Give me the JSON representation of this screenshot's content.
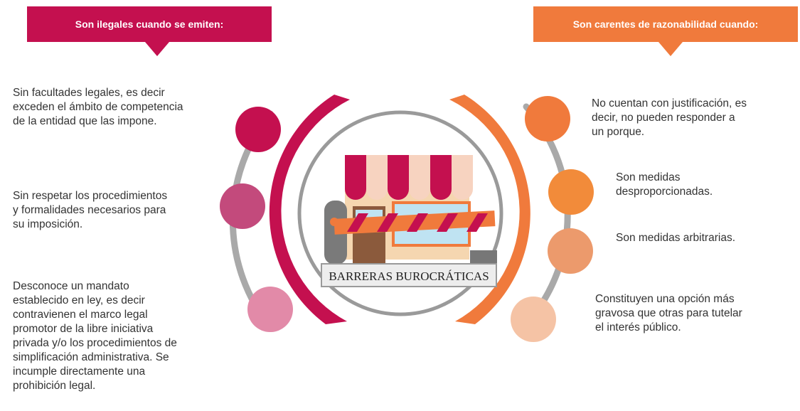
{
  "left_heading": "Son ilegales cuando se emiten:",
  "right_heading": "Son carentes de razonabilidad cuando:",
  "center_label": "BARRERAS BUROCRÁTICAS",
  "left_items": [
    "Sin facultades legales, es decir\nexceden el ámbito de competencia\nde la entidad que las impone.",
    "Sin respetar los procedimientos\ny formalidades necesarios para\nsu imposición.",
    "Desconoce un mandato\nestablecido en ley,  es decir\ncontravienen el marco legal\npromotor de la libre iniciativa\nprivada y/o los procedimientos de\nsimplificación administrativa. Se\nincumple directamente una\nprohibición legal."
  ],
  "right_items": [
    "No cuentan con justificación, es\ndecir, no pueden responder a\nun porque.",
    "Son medidas\ndesproporcionadas.",
    "Son medidas arbitrarias.",
    "Constituyen una opción más\ngravosa que otras para tutelar\nel interés público."
  ],
  "colors": {
    "magenta": "#c4104f",
    "orange": "#f07a3c",
    "left_nodes": [
      "#c4104f",
      "#c34a7c",
      "#e28aa8"
    ],
    "right_nodes": [
      "#f07a3c",
      "#f28b3a",
      "#ec9a6c",
      "#f5c3a5"
    ],
    "ring_gray": "#a9a9a9"
  }
}
